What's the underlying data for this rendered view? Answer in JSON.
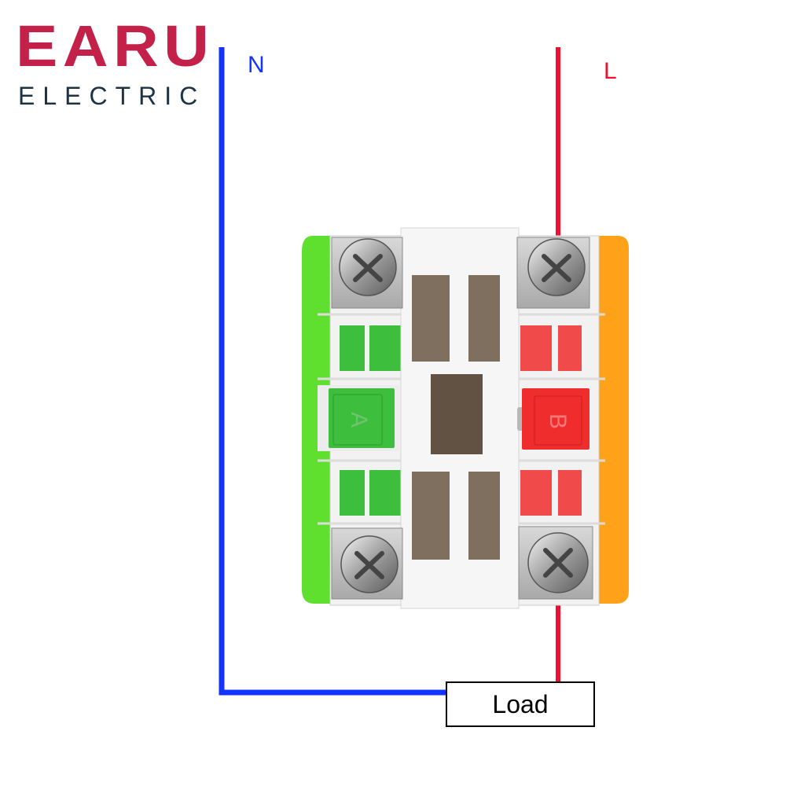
{
  "logo": {
    "brand": "EARU",
    "tagline": "ELECTRIC"
  },
  "wires": {
    "neutral": {
      "label": "N",
      "color": "#1433ff"
    },
    "line": {
      "label": "L",
      "color": "#ef1030"
    }
  },
  "switch": {
    "button_a": {
      "letter": "A",
      "color": "#3dbf3d"
    },
    "button_b": {
      "letter": "B",
      "color": "#f02d2d"
    },
    "left_cap_color": "#5fe02e",
    "right_cap_color": "#ffa21a",
    "housing_color": "#f2f2f2",
    "contact_color": "#7f6f5e"
  },
  "load": {
    "label": "Load"
  }
}
